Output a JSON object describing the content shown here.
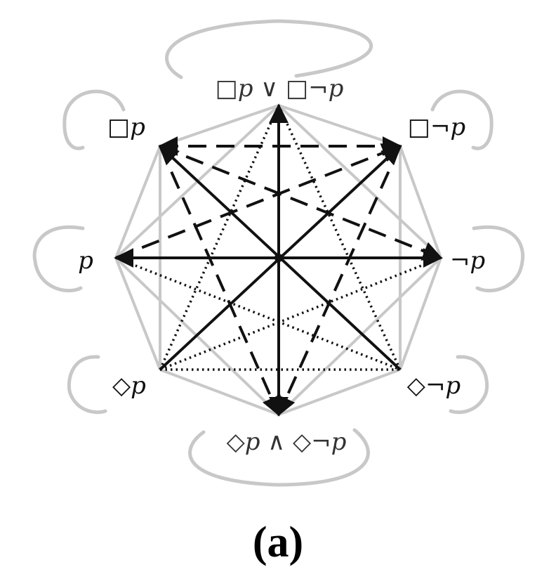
{
  "figure": {
    "caption": "(a)",
    "colors": {
      "gray": "#c8c8c8",
      "black": "#111111"
    },
    "nodes": [
      {
        "id": "top",
        "label": "□p ∨ □¬p"
      },
      {
        "id": "tl",
        "label": "□p"
      },
      {
        "id": "tr",
        "label": "□¬p"
      },
      {
        "id": "l",
        "label": "p"
      },
      {
        "id": "r",
        "label": "¬p"
      },
      {
        "id": "bl",
        "label": "◇p"
      },
      {
        "id": "br",
        "label": "◇¬p"
      },
      {
        "id": "bot",
        "label": "◇p ∧ ◇¬p"
      }
    ],
    "edges": [
      {
        "from": "top",
        "to": "tl",
        "style": "gray"
      },
      {
        "from": "tl",
        "to": "l",
        "style": "gray"
      },
      {
        "from": "l",
        "to": "bl",
        "style": "gray"
      },
      {
        "from": "bl",
        "to": "bot",
        "style": "gray"
      },
      {
        "from": "bot",
        "to": "br",
        "style": "gray"
      },
      {
        "from": "br",
        "to": "r",
        "style": "gray"
      },
      {
        "from": "r",
        "to": "tr",
        "style": "gray"
      },
      {
        "from": "tr",
        "to": "top",
        "style": "gray"
      },
      {
        "from": "tl",
        "to": "bl",
        "style": "gray"
      },
      {
        "from": "tr",
        "to": "br",
        "style": "gray"
      },
      {
        "from": "top",
        "to": "l",
        "style": "gray"
      },
      {
        "from": "l",
        "to": "bot",
        "style": "gray"
      },
      {
        "from": "bot",
        "to": "r",
        "style": "gray"
      },
      {
        "from": "r",
        "to": "top",
        "style": "gray"
      },
      {
        "from": "top",
        "to": "bot",
        "style": "solid",
        "arrow": "both"
      },
      {
        "from": "l",
        "to": "r",
        "style": "solid",
        "arrow": "both"
      },
      {
        "from": "br",
        "to": "tl",
        "style": "solid",
        "arrow": "end"
      },
      {
        "from": "bl",
        "to": "tr",
        "style": "solid",
        "arrow": "end"
      },
      {
        "from": "tl",
        "to": "tr",
        "style": "dashed",
        "arrow": "both"
      },
      {
        "from": "tl",
        "to": "bot",
        "style": "dashed",
        "arrow": "end"
      },
      {
        "from": "tr",
        "to": "bot",
        "style": "dashed",
        "arrow": "end"
      },
      {
        "from": "l",
        "to": "tr",
        "style": "dashed",
        "arrow": "end"
      },
      {
        "from": "tl",
        "to": "r",
        "style": "dashed",
        "arrow": "end"
      },
      {
        "from": "bl",
        "to": "top",
        "style": "dotted"
      },
      {
        "from": "br",
        "to": "top",
        "style": "dotted"
      },
      {
        "from": "bl",
        "to": "br",
        "style": "dotted"
      },
      {
        "from": "l",
        "to": "br",
        "style": "dotted"
      },
      {
        "from": "bl",
        "to": "r",
        "style": "dotted"
      }
    ]
  }
}
